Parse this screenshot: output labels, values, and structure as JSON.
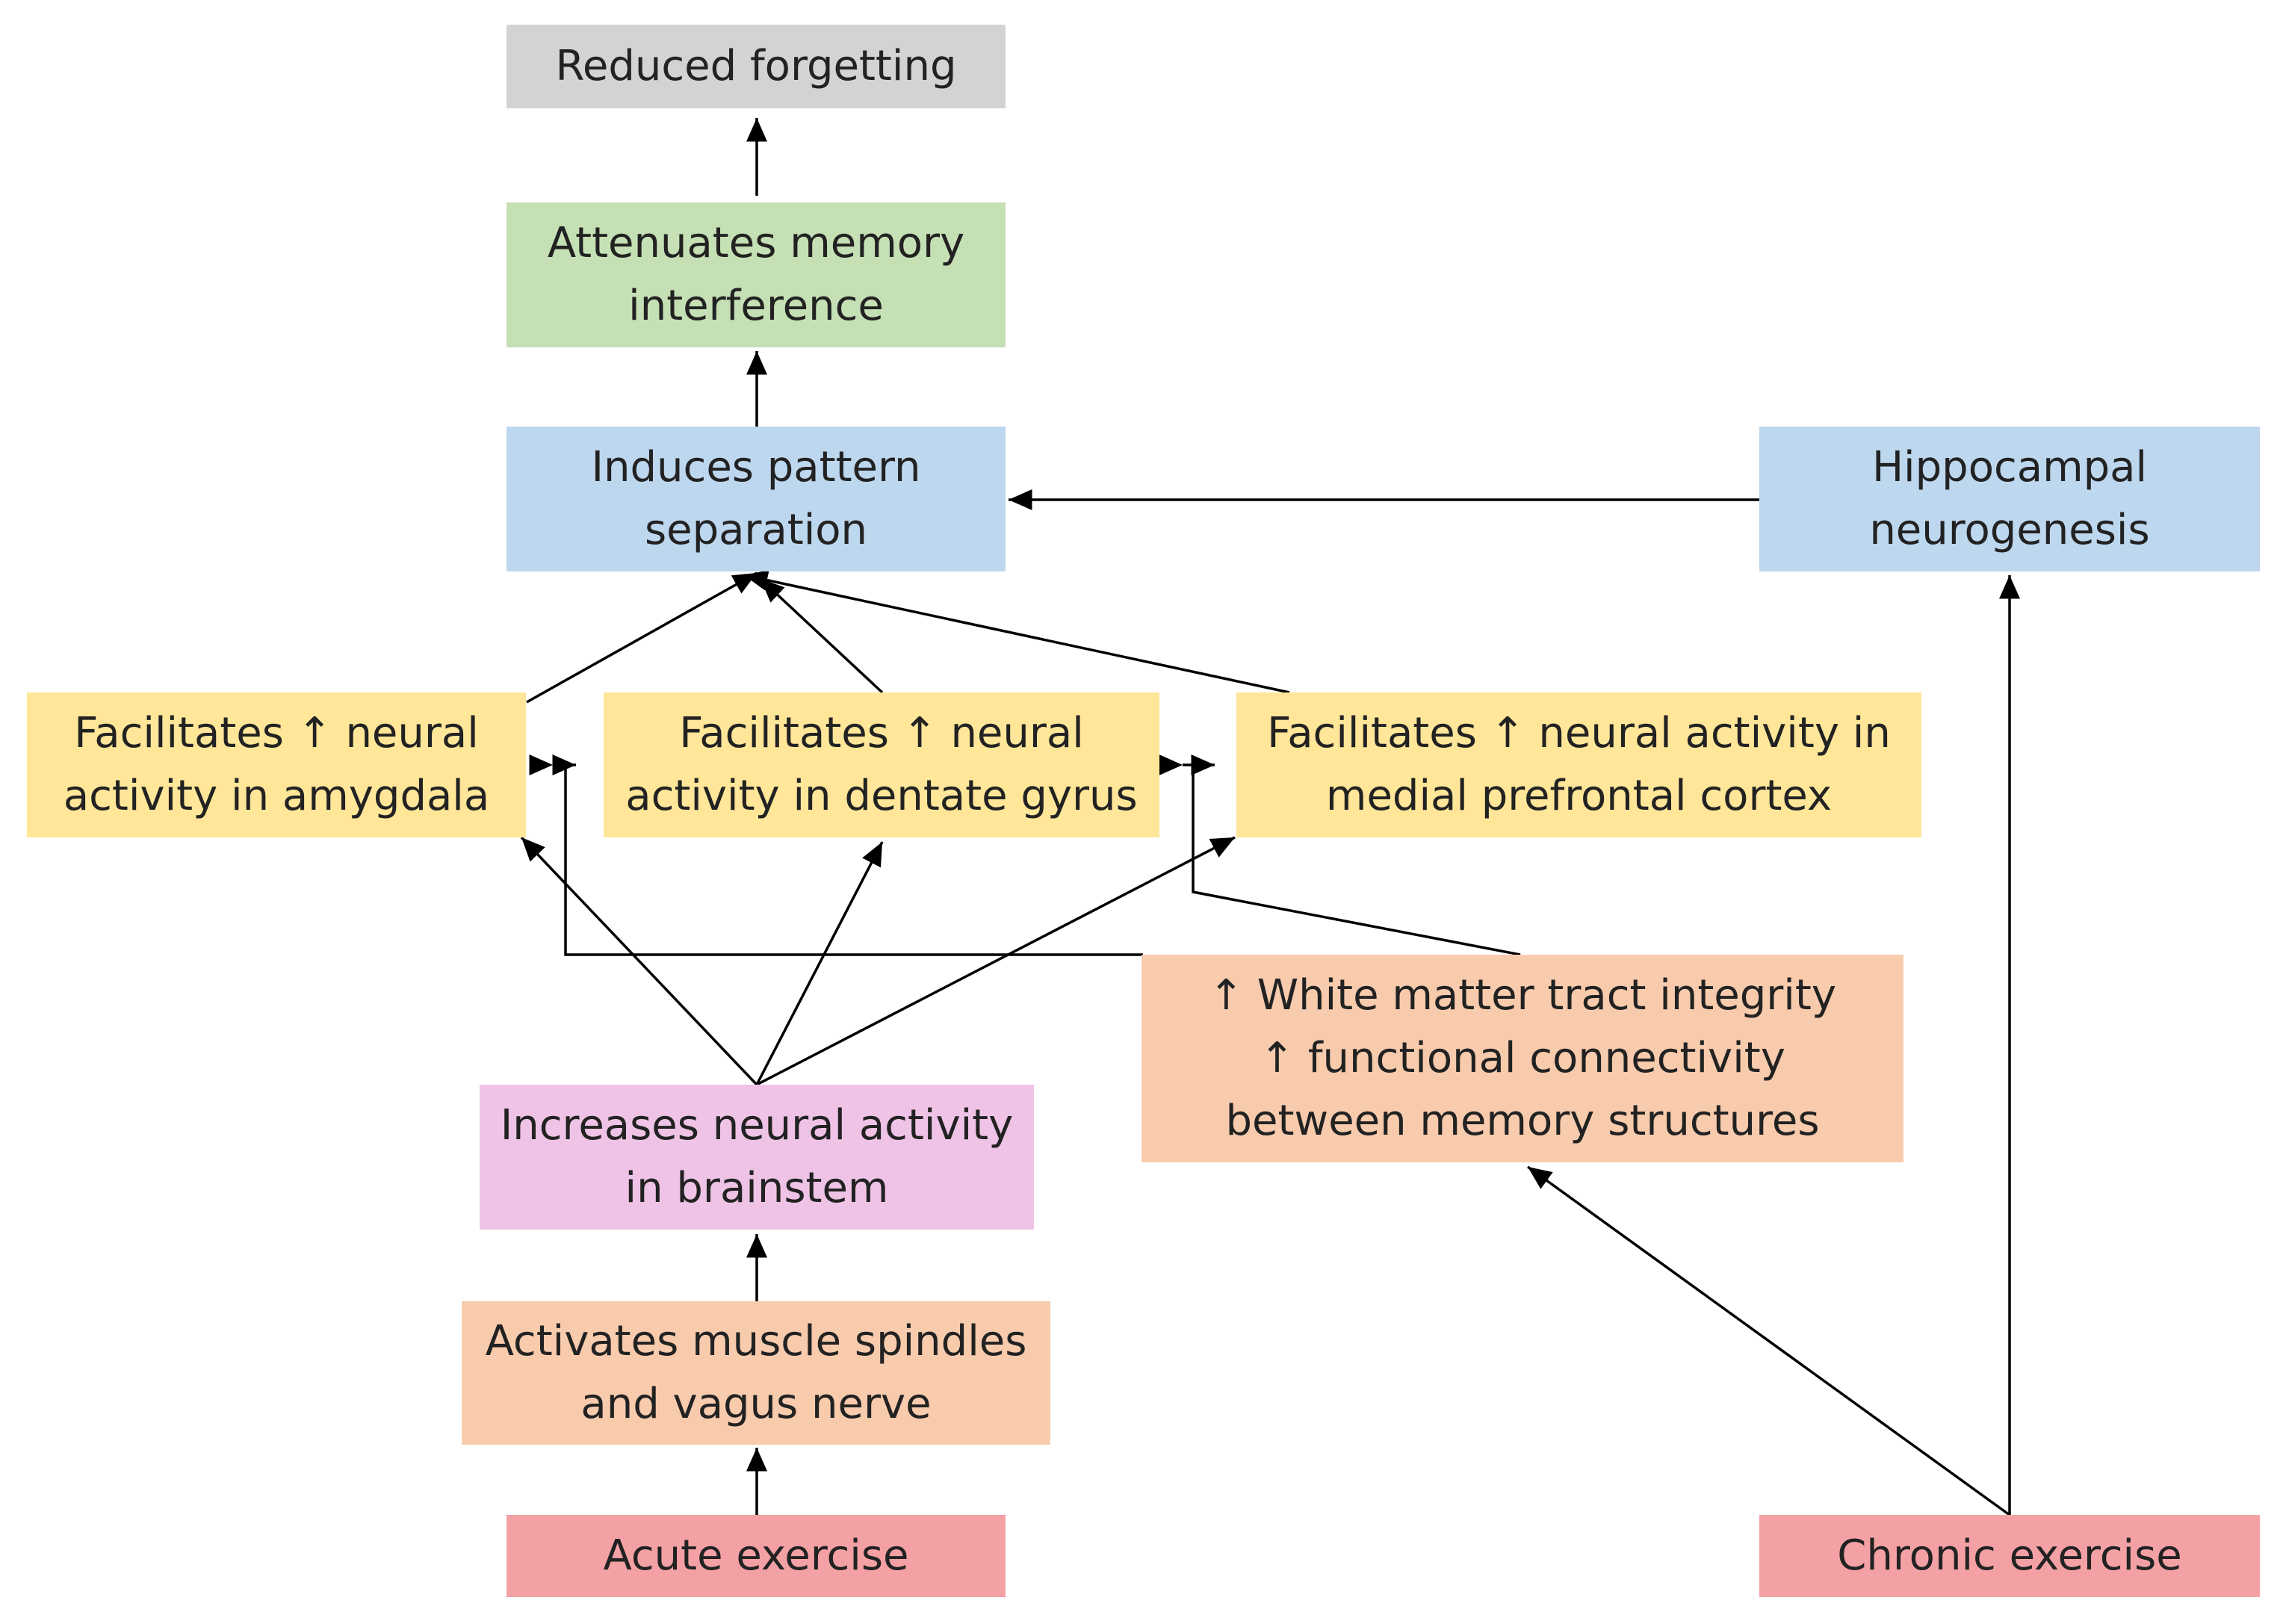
{
  "colors": {
    "gray": "#d3d3d3",
    "green": "#c5e0b4",
    "blue": "#bdd7ee",
    "yellow": "#ffe699",
    "pink": "#efc3e6",
    "orange": "#f8cbad",
    "red": "#f4a1a5"
  },
  "nodes": {
    "reduced_forgetting": "Reduced forgetting",
    "attenuates": "Attenuates memory\ninterference",
    "pattern_separation": "Induces pattern\nseparation",
    "neurogenesis": "Hippocampal\nneurogenesis",
    "amygdala": "Facilitates ↑ neural\nactivity in amygdala",
    "dentate": "Facilitates ↑ neural\nactivity in dentate gyrus",
    "mpfc": "Facilitates ↑ neural activity in\nmedial prefrontal cortex",
    "white_matter": "↑ White matter tract integrity\n↑ functional connectivity\nbetween memory structures",
    "brainstem": "Increases neural activity\nin brainstem",
    "spindles": "Activates muscle spindles\nand vagus nerve",
    "acute": "Acute exercise",
    "chronic": "Chronic exercise"
  }
}
